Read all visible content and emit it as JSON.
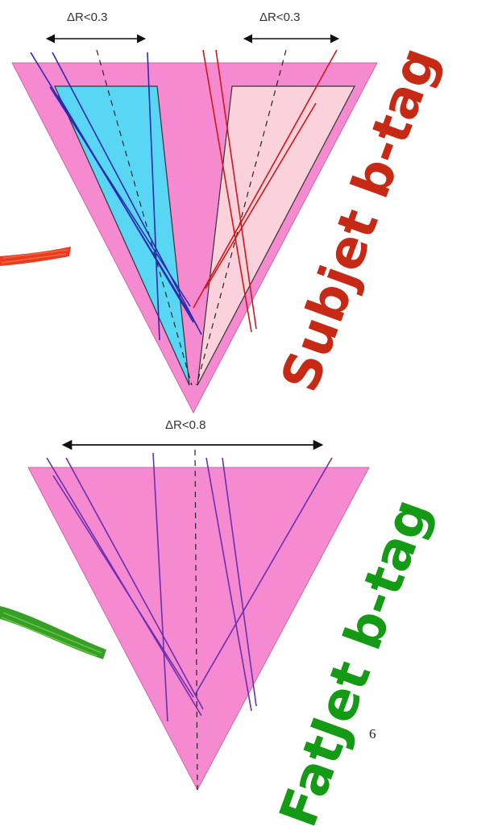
{
  "top_diagram": {
    "left_cone_label": "ΔR<0.3",
    "right_cone_label": "ΔR<0.3"
  },
  "bottom_diagram": {
    "cone_label": "ΔR<0.8"
  },
  "page_number": "6",
  "labels": {
    "subjet": "Subjet b-tag",
    "fatjet": "FatJet b-tag"
  },
  "colors": {
    "fatjet_cone": "#f58ad0",
    "subjet_left": "#5ad6f5",
    "subjet_right": "#fbd2dc",
    "track_blue": "#2a2ab0",
    "track_red": "#d01818",
    "track_purple": "#6a2fb0",
    "subjet_text": "#c62a14",
    "fatjet_text": "#149a14",
    "marker_red": "#e83014",
    "marker_green": "#2a9a1a"
  }
}
